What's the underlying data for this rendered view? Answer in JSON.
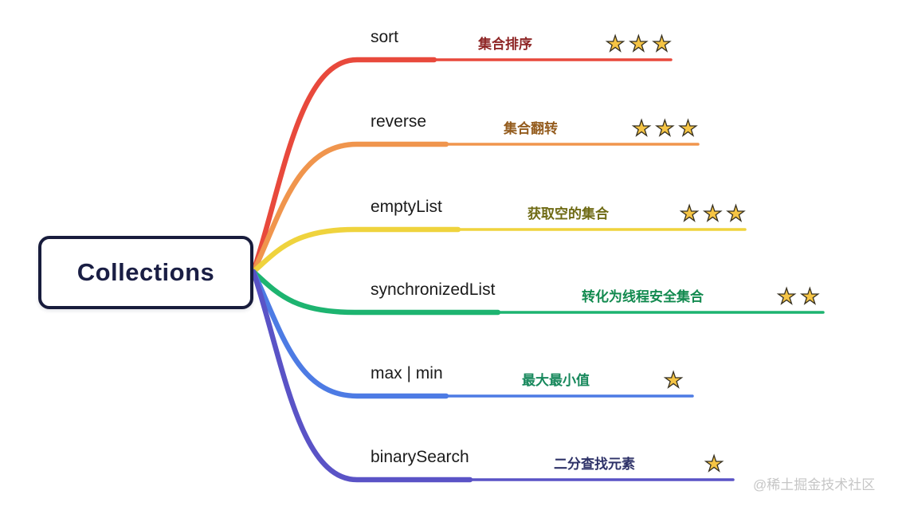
{
  "root": {
    "label": "Collections"
  },
  "watermark": "@稀土掘金技术社区",
  "branches": [
    {
      "name": "sort",
      "description": "集合排序",
      "stars": "★★★",
      "star_count": 3,
      "line_color": "#e8493c",
      "desc_color": "#8e2626"
    },
    {
      "name": "reverse",
      "description": "集合翻转",
      "stars": "★★★",
      "star_count": 3,
      "line_color": "#f0954d",
      "desc_color": "#945c1e"
    },
    {
      "name": "emptyList",
      "description": "获取空的集合",
      "stars": "★★★",
      "star_count": 3,
      "line_color": "#efd33d",
      "desc_color": "#6f6b15"
    },
    {
      "name": "synchronizedList",
      "description": "转化为线程安全集合",
      "stars": "★★",
      "star_count": 2,
      "line_color": "#1db470",
      "desc_color": "#128a4f"
    },
    {
      "name": "max | min",
      "description": "最大最小值",
      "stars": "★",
      "star_count": 1,
      "line_color": "#4d7be4",
      "desc_color": "#17885c"
    },
    {
      "name": "binarySearch",
      "description": "二分查找元素",
      "stars": "★",
      "star_count": 1,
      "line_color": "#5a53c6",
      "desc_color": "#2e3268"
    }
  ]
}
